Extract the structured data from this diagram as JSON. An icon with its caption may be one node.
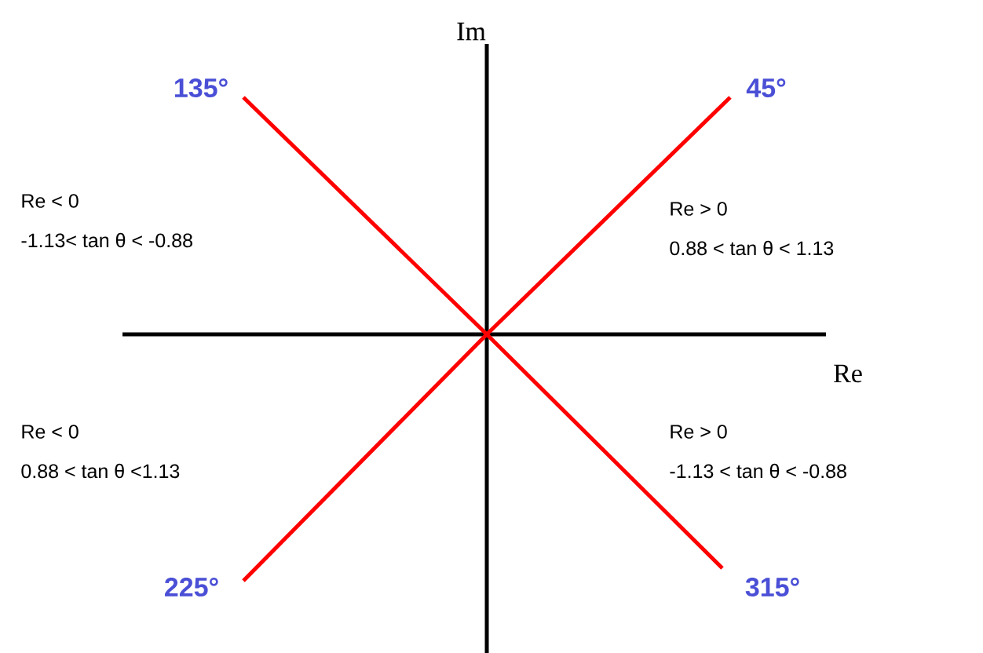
{
  "diagram": {
    "labels": [
      "Im",
      "135°",
      "45°",
      "Re < 0",
      "-1.13< tan θ < -0.88",
      "Re > 0",
      "0.88 < tan θ < 1.13",
      "Re",
      "Re < 0",
      "0.88 < tan θ <1.13",
      "Re > 0",
      "-1.13 < tan θ < -0.88",
      "225°",
      "315°"
    ]
  }
}
